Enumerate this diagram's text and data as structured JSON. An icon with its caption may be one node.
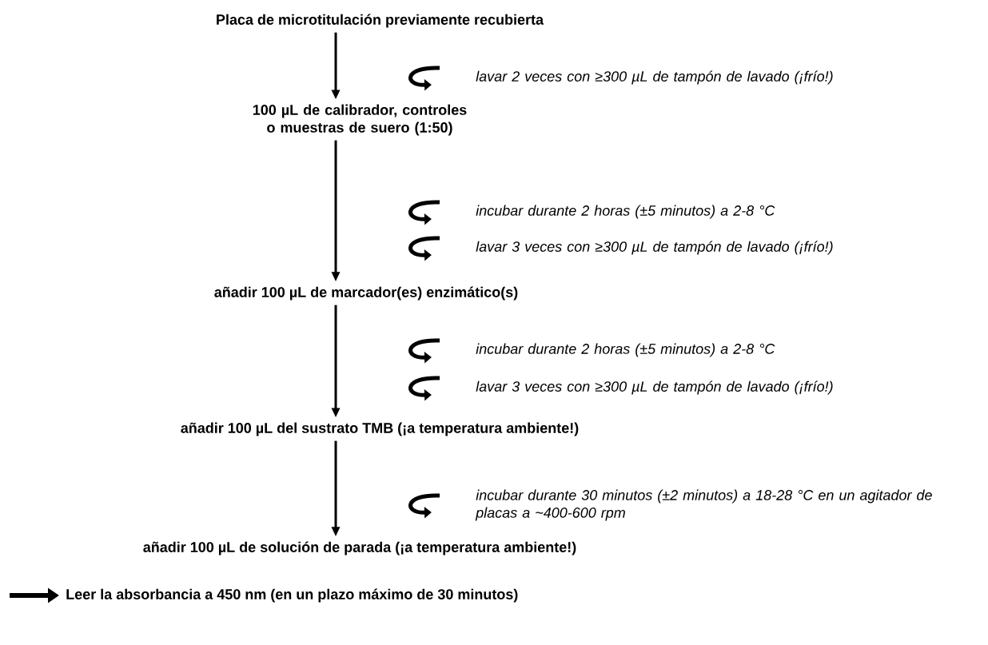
{
  "diagram": {
    "nodes": [
      {
        "text": [
          "Placa de microtitulación previamente recubierta"
        ]
      },
      {
        "text": [
          "100 µL de calibrador, controles o muestras de suero (1:50)"
        ]
      },
      {
        "text": [
          "añadir 100 µL de marcador(es) enzimático(s)"
        ]
      },
      {
        "text": [
          "añadir 100 µL del sustrato TMB (¡a temperatura ambiente!)"
        ]
      },
      {
        "text": [
          "añadir 100 µL de solución de parada (¡a temperatura ambiente!)"
        ]
      },
      {
        "text": [
          "Leer la absorbancia a 450 nm (en un plazo máximo de 30 minutos)"
        ]
      }
    ],
    "edges": [
      {
        "from": 0,
        "to": 1,
        "arrow": "to"
      },
      {
        "from": 1,
        "to": 2,
        "arrow": "to"
      },
      {
        "from": 2,
        "to": 3,
        "arrow": "to"
      },
      {
        "from": 3,
        "to": 4,
        "arrow": "to"
      },
      {
        "from": null,
        "to": 5,
        "arrow": "to",
        "style": "thick"
      }
    ],
    "labels": [
      "lavar 2 veces con ≥300 µL de tampón de lavado (¡frío!)",
      "incubar durante 2 horas (±5 minutos) a 2-8 °C",
      "lavar 3 veces con ≥300 µL de tampón de lavado (¡frío!)",
      "incubar durante 2 horas (±5 minutos) a 2-8 °C",
      "lavar 3 veces con ≥300 µL de tampón de lavado (¡frío!)",
      "incubar durante 30 minutos (±2 minutos) a 18-28 °C en un agitador de placas a ~400-600 rpm"
    ]
  }
}
